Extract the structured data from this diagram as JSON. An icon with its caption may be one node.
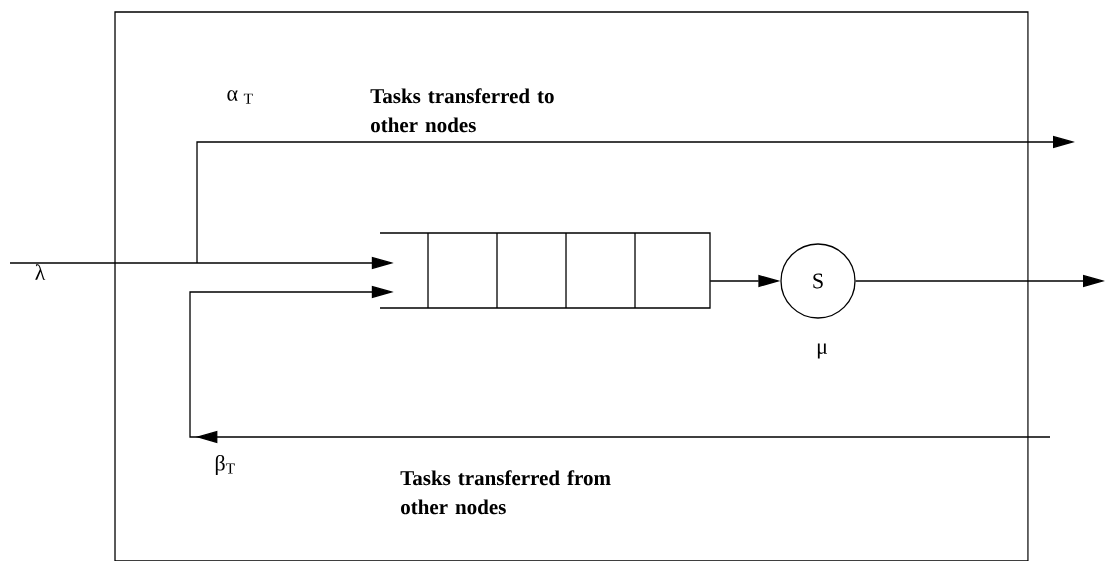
{
  "diagram": {
    "nodes": [
      {
        "text": [],
        "shape": "box"
      },
      {
        "text": [],
        "shape": "box",
        "in": 0
      },
      {
        "text": [
          "S"
        ],
        "beside": [
          "μ"
        ],
        "in": 0
      }
    ],
    "edges": [
      {
        "from": null,
        "to": 1,
        "arrow": "to",
        "label": "λ"
      },
      {
        "from": 1,
        "to": 2,
        "arrow": "to"
      },
      {
        "from": 2,
        "to": null,
        "arrow": "to"
      },
      {
        "from": null,
        "to": 1,
        "arrow": "to",
        "label": "β$_{T}$"
      }
    ],
    "labels": [
      "Tasks transferred to other nodes",
      "α $_{T}$",
      "Tasks transferred from other nodes"
    ]
  }
}
